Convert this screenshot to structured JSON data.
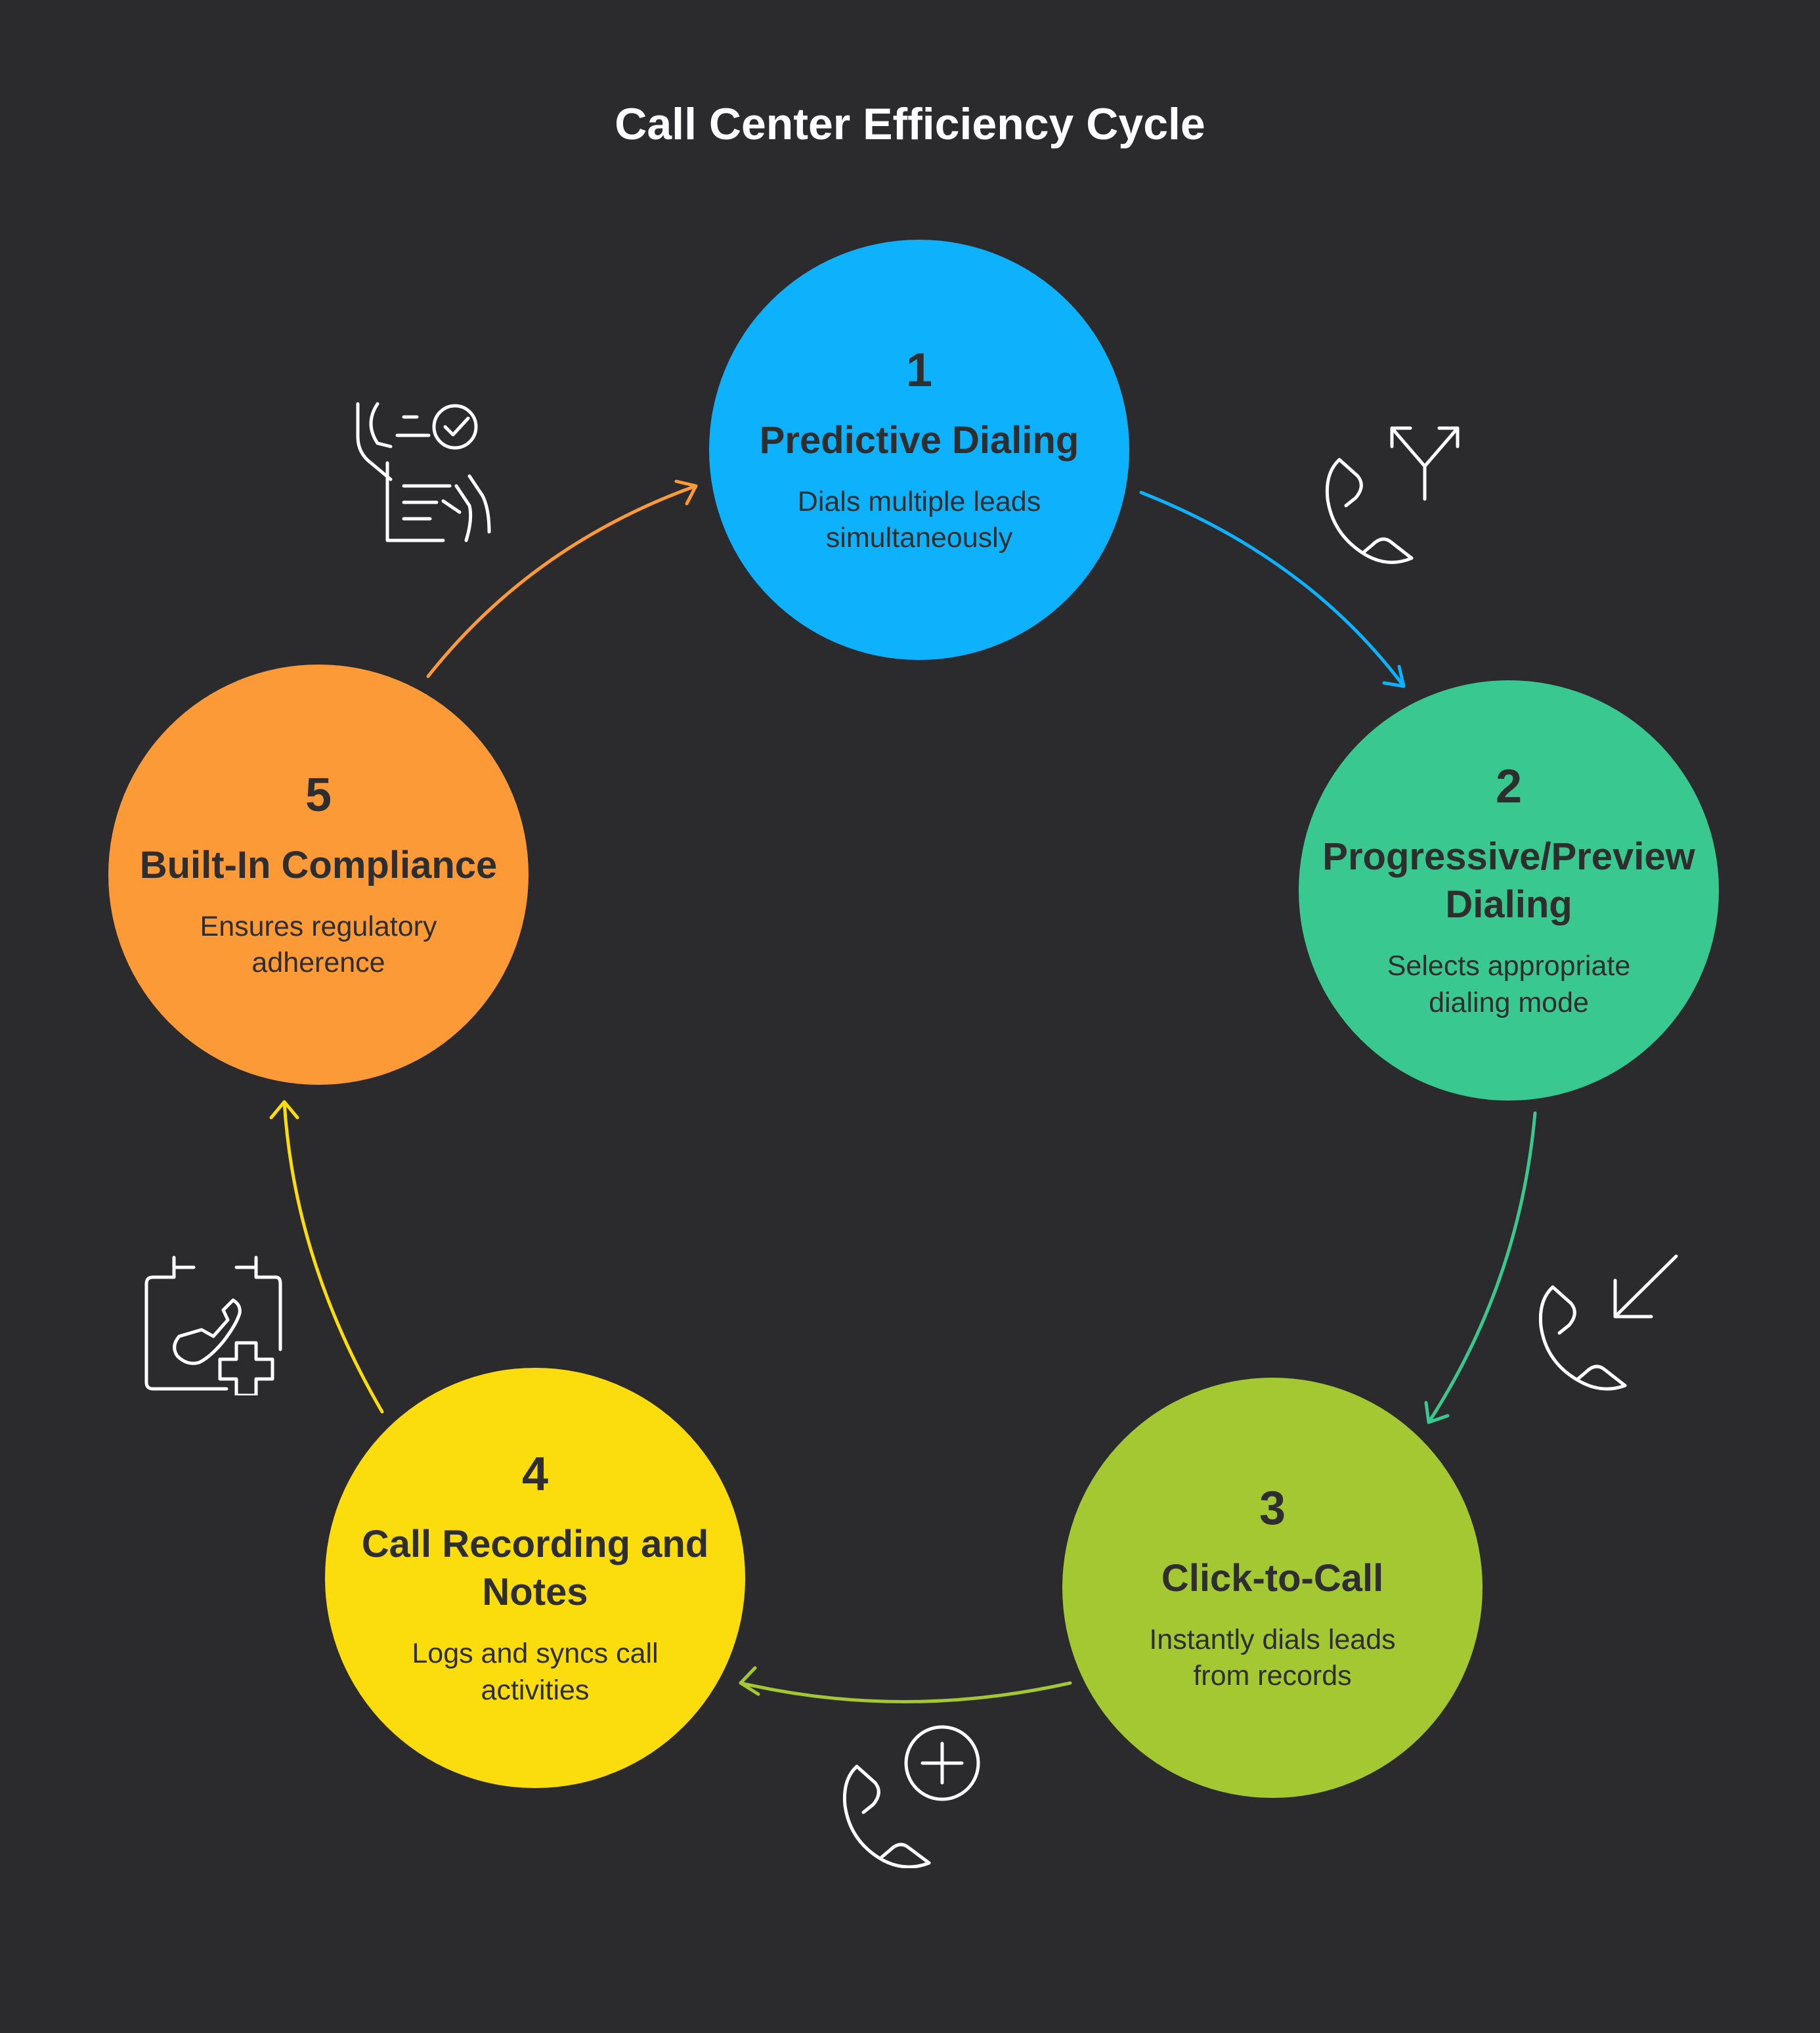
{
  "title": "Call Center Efficiency Cycle",
  "steps": [
    {
      "number": "1",
      "heading": "Predictive Dialing",
      "description": "Dials multiple leads simultaneously",
      "color": "#0eb1fb",
      "icon": "phone-outgoing-split-icon"
    },
    {
      "number": "2",
      "heading": "Progressive/Preview Dialing",
      "description": "Selects appropriate dialing mode",
      "color": "#3ac891",
      "icon": "phone-incoming-icon"
    },
    {
      "number": "3",
      "heading": "Click-to-Call",
      "description": "Instantly dials leads from records",
      "color": "#a4c831",
      "icon": "phone-add-icon"
    },
    {
      "number": "4",
      "heading": "Call Recording and Notes",
      "description": "Logs and syncs call activities",
      "color": "#fbdc0c",
      "icon": "calendar-phone-add-icon"
    },
    {
      "number": "5",
      "heading": "Built-In Compliance",
      "description": "Ensures regulatory adherence",
      "color": "#fb9a37",
      "icon": "document-checklist-hands-icon"
    }
  ]
}
